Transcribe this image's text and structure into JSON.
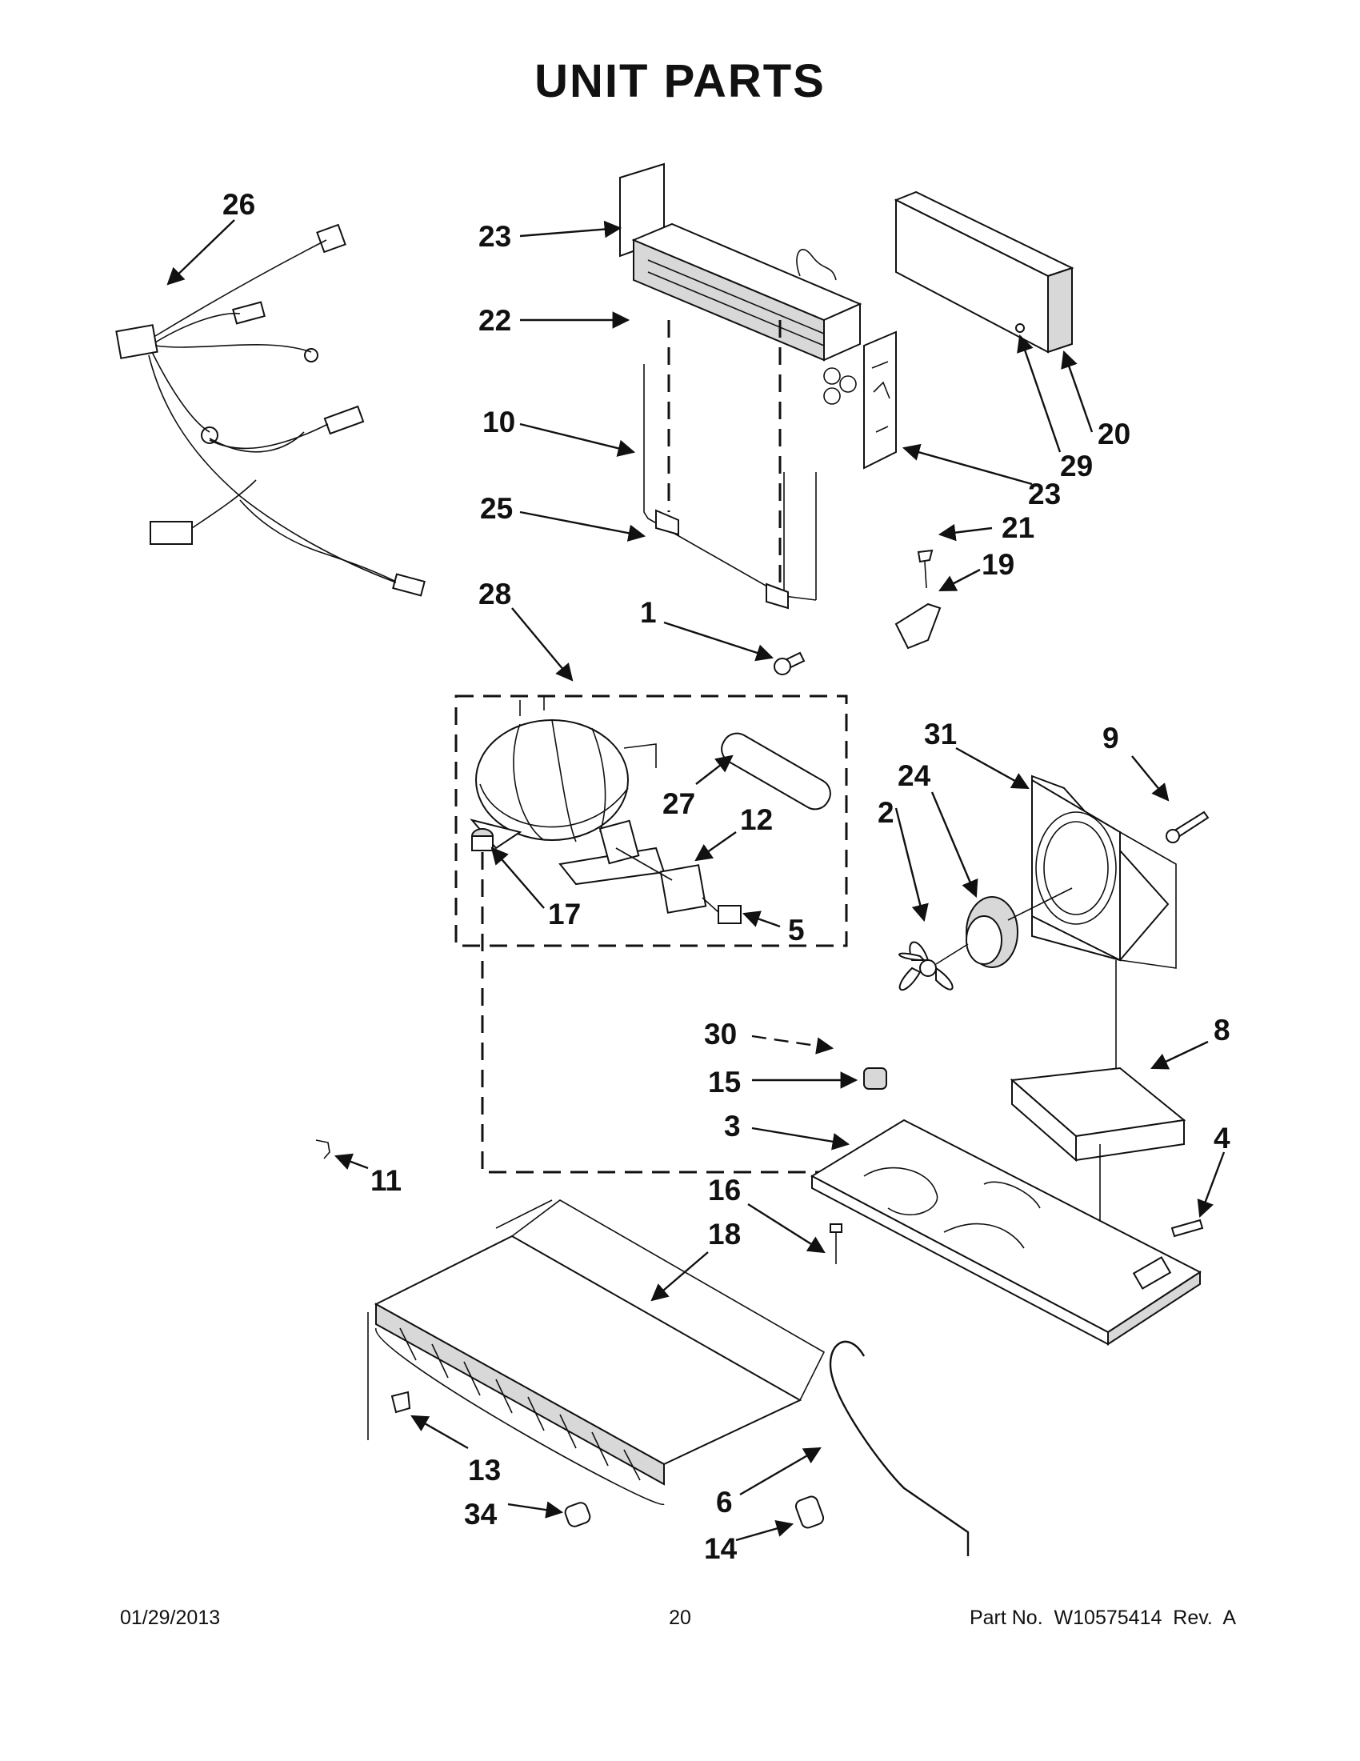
{
  "page": {
    "title": "UNIT PARTS",
    "footer": {
      "date": "01/29/2013",
      "page_number": "20",
      "part_number": "Part No.  W10575414  Rev.  A"
    }
  },
  "callouts": {
    "c26": "26",
    "c23a": "23",
    "c22": "22",
    "c10": "10",
    "c25": "25",
    "c28": "28",
    "c1": "1",
    "c20": "20",
    "c29": "29",
    "c23b": "23",
    "c21": "21",
    "c19": "19",
    "c27": "27",
    "c12": "12",
    "c17": "17",
    "c5": "5",
    "c31": "31",
    "c9": "9",
    "c24": "24",
    "c2": "2",
    "c30": "30",
    "c15": "15",
    "c8": "8",
    "c3": "3",
    "c4": "4",
    "c11": "11",
    "c16": "16",
    "c18": "18",
    "c13": "13",
    "c34": "34",
    "c6": "6",
    "c14": "14"
  },
  "colors": {
    "ink": "#111111",
    "background": "#ffffff",
    "shade": "#d8d8d8"
  }
}
